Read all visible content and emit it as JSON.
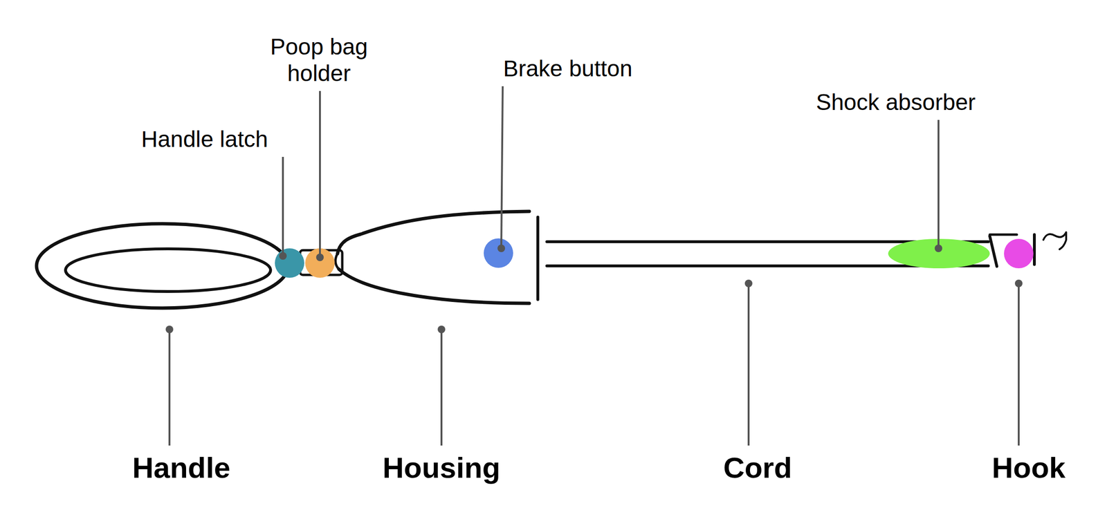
{
  "diagram": {
    "labels": [
      "Poop bag holder",
      "Brake button",
      "Shock absorber",
      "Handle latch",
      "Handle",
      "Housing",
      "Cord",
      "Hook"
    ]
  }
}
